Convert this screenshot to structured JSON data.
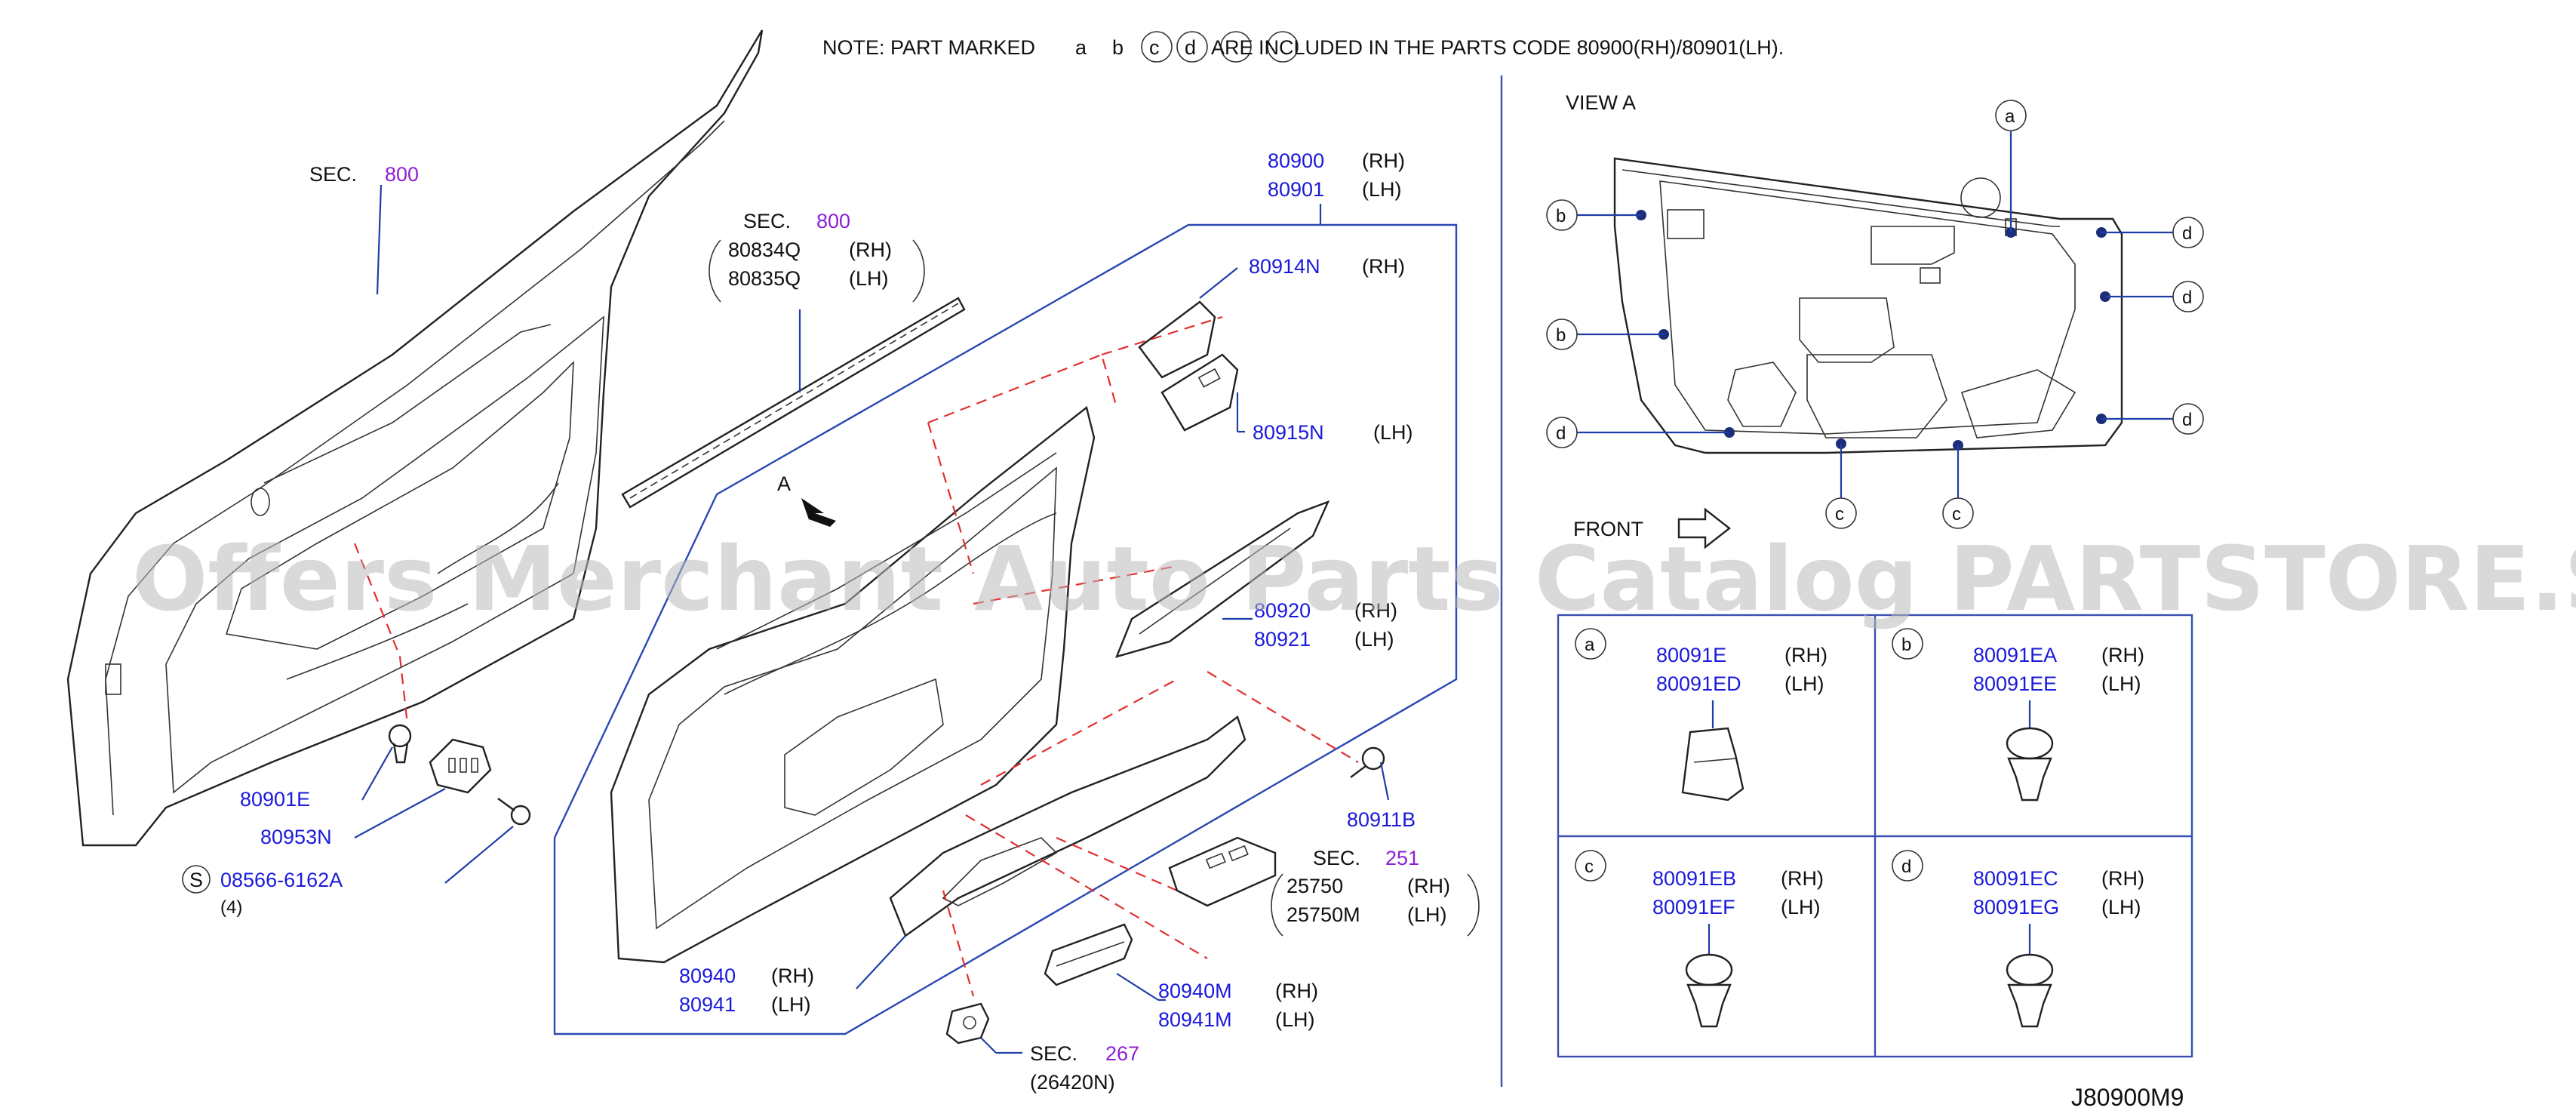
{
  "note": {
    "prefix": "NOTE:   PART   MARKED",
    "letters": [
      "a",
      "b",
      "c",
      "d"
    ],
    "suffix": "ARE   INCLUDED   IN   THE   PARTS   CODE   80900(RH)/80901(LH)."
  },
  "watermark": "Offers Merchant Auto Parts Catalog PARTSTORE.SA",
  "diagram_code": "J80900M9",
  "sec_label": "SEC.",
  "view_label": "VIEW   A",
  "view_marker": "A",
  "front_label": "FRONT",
  "sections": {
    "door_outer": "800",
    "weatherstrip": "800",
    "switch": "251",
    "mirror_switch": "267"
  },
  "mirror_switch_code": "(26420N)",
  "screw_prefix": "S",
  "screw_code": "08566-6162A",
  "screw_qty": "(4)",
  "parts": [
    {
      "id": "80900",
      "rh": "80900",
      "lh": "80901"
    },
    {
      "id": "80834Q",
      "rh": "80834Q",
      "lh": "80835Q"
    },
    {
      "id": "80914N",
      "rh": "80914N",
      "lh": "80915N"
    },
    {
      "id": "80920",
      "rh": "80920",
      "lh": "80921"
    },
    {
      "id": "80940",
      "rh": "80940",
      "lh": "80941"
    },
    {
      "id": "80940M",
      "rh": "80940M",
      "lh": "80941M"
    },
    {
      "id": "25750",
      "rh": "25750",
      "lh": "25750M"
    }
  ],
  "singles": {
    "p80901E": "80901E",
    "p80953N": "80953N",
    "p80911B": "80911B"
  },
  "side": {
    "rh": "(RH)",
    "lh": "(LH)"
  },
  "callouts": [
    "a",
    "b",
    "c",
    "d"
  ],
  "clips": [
    {
      "letter": "a",
      "rh": "80091E",
      "lh": "80091ED"
    },
    {
      "letter": "b",
      "rh": "80091EA",
      "lh": "80091EE"
    },
    {
      "letter": "c",
      "rh": "80091EB",
      "lh": "80091EF"
    },
    {
      "letter": "d",
      "rh": "80091EC",
      "lh": "80091EG"
    }
  ],
  "colors": {
    "part_code": "#1a1adb",
    "section": "#8c1fd6",
    "leader": "#1f3ea8",
    "dashed_leader": "#e23030"
  }
}
